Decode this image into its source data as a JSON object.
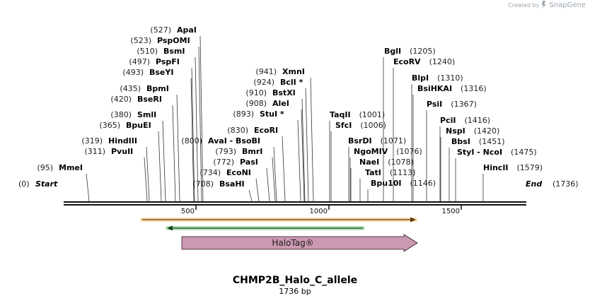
{
  "brand": {
    "created_by": "Created by",
    "name": "SnapGene"
  },
  "map": {
    "name": "CHMP2B_Halo_C_allele",
    "length_label": "1736 bp",
    "start_label": "Start",
    "start_pos": "(0)",
    "end_label": "End",
    "end_pos": "(1736)",
    "ticks": [
      "500",
      "1000",
      "1500"
    ]
  },
  "sites": [
    {
      "name": "MmeI",
      "pos": "(95)"
    },
    {
      "name": "PvuII",
      "pos": "(311)"
    },
    {
      "name": "HindIII",
      "pos": "(319)"
    },
    {
      "name": "BpuEI",
      "pos": "(365)"
    },
    {
      "name": "SmlI",
      "pos": "(380)"
    },
    {
      "name": "BseRI",
      "pos": "(420)"
    },
    {
      "name": "BpmI",
      "pos": "(435)"
    },
    {
      "name": "BseYI",
      "pos": "(493)"
    },
    {
      "name": "PspFI",
      "pos": "(497)"
    },
    {
      "name": "BsmI",
      "pos": "(510)"
    },
    {
      "name": "PspOMI",
      "pos": "(523)"
    },
    {
      "name": "ApaI",
      "pos": "(527)"
    },
    {
      "name": "BsaHI",
      "pos": "(708)"
    },
    {
      "name": "EcoNI",
      "pos": "(734)"
    },
    {
      "name": "PasI",
      "pos": "(772)"
    },
    {
      "name": "BmrI",
      "pos": "(793)"
    },
    {
      "name": "AvaI  -  BsoBI",
      "pos": "(800)"
    },
    {
      "name": "EcoRI",
      "pos": "(830)"
    },
    {
      "name": "StuI *",
      "pos": "(893)"
    },
    {
      "name": "AleI",
      "pos": "(908)"
    },
    {
      "name": "BstXI",
      "pos": "(910)"
    },
    {
      "name": "BclI *",
      "pos": "(924)"
    },
    {
      "name": "XmnI",
      "pos": "(941)"
    },
    {
      "name": "TaqII",
      "pos": "(1001)"
    },
    {
      "name": "SfcI",
      "pos": "(1006)"
    },
    {
      "name": "BsrDI",
      "pos": "(1071)"
    },
    {
      "name": "NgoMIV",
      "pos": "(1076)"
    },
    {
      "name": "NaeI",
      "pos": "(1078)"
    },
    {
      "name": "TatI",
      "pos": "(1113)"
    },
    {
      "name": "Bpu10I",
      "pos": "(1146)"
    },
    {
      "name": "BglI",
      "pos": "(1205)"
    },
    {
      "name": "EcoRV",
      "pos": "(1240)"
    },
    {
      "name": "BlpI",
      "pos": "(1310)"
    },
    {
      "name": "BsiHKAI",
      "pos": "(1316)"
    },
    {
      "name": "PsiI",
      "pos": "(1367)"
    },
    {
      "name": "PciI",
      "pos": "(1416)"
    },
    {
      "name": "NspI",
      "pos": "(1420)"
    },
    {
      "name": "BbsI",
      "pos": "(1451)"
    },
    {
      "name": "StyI  -  NcoI",
      "pos": "(1475)"
    },
    {
      "name": "HincII",
      "pos": "(1579)"
    }
  ],
  "features": [
    {
      "name": "HaloTag®",
      "color": "#cc99b2"
    }
  ],
  "colors": {
    "orange_arrow": "#f5c16c",
    "green_arrow": "#5cb85c",
    "backbone": "#111111",
    "feature": "#cc99b2"
  }
}
